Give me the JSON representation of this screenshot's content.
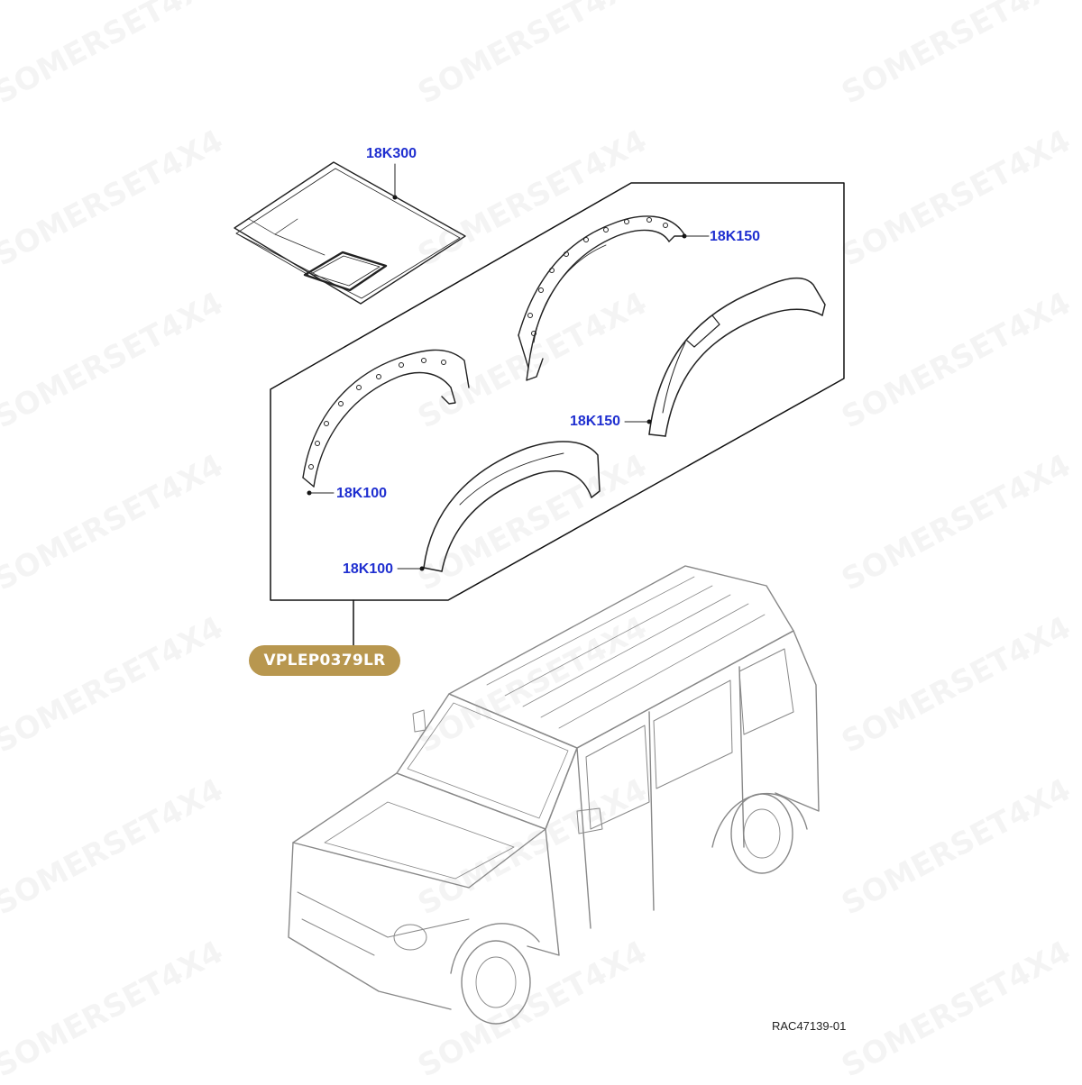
{
  "diagram": {
    "part_labels": {
      "bonnet_decal": "18K300",
      "rear_arch_fixings": "18K150",
      "rear_arch_moulding": "18K150",
      "front_arch_fixings": "18K100",
      "front_arch_moulding": "18K100"
    },
    "kit_badge": "VPLEP0379LR",
    "illustration_ref": "RAC47139-01",
    "watermark": "SOMERSET4X4"
  },
  "colors": {
    "label_blue": "#1f2fd0",
    "badge_gold": "#b8974f",
    "line_dark": "#111111",
    "car_grey": "#8a8a8a"
  }
}
